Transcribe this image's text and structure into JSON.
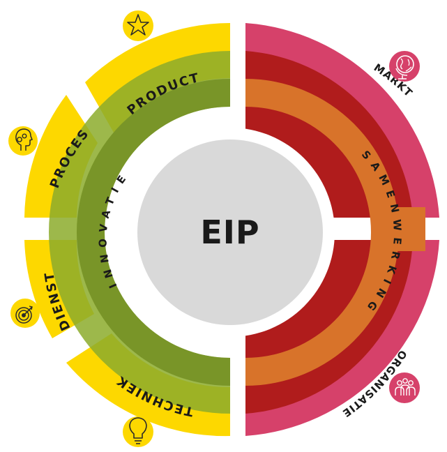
{
  "center": {
    "label": "EIP"
  },
  "left_group": {
    "ring_label": "INNOVATIE",
    "segments": [
      {
        "label": "PRODUCT",
        "icon": "star-icon"
      },
      {
        "label": "PROCES",
        "icon": "head-gears-icon"
      },
      {
        "label": "DIENST",
        "icon": "target-icon"
      },
      {
        "label": "TECHNIEK",
        "icon": "lightbulb-icon"
      }
    ]
  },
  "right_group": {
    "ring_label": "SAMENWERKING",
    "segments": [
      {
        "label": "MARKT",
        "icon": "globe-icon"
      },
      {
        "label": "ORGANISATIE",
        "icon": "people-icon"
      }
    ]
  },
  "colors": {
    "yellow": "#fdd800",
    "green": "#8cab2c",
    "olive": "#6e8a1c",
    "red": "#b01c1c",
    "orange": "#d8732a",
    "pink": "#d6416a",
    "center": "#d9d9d9"
  }
}
